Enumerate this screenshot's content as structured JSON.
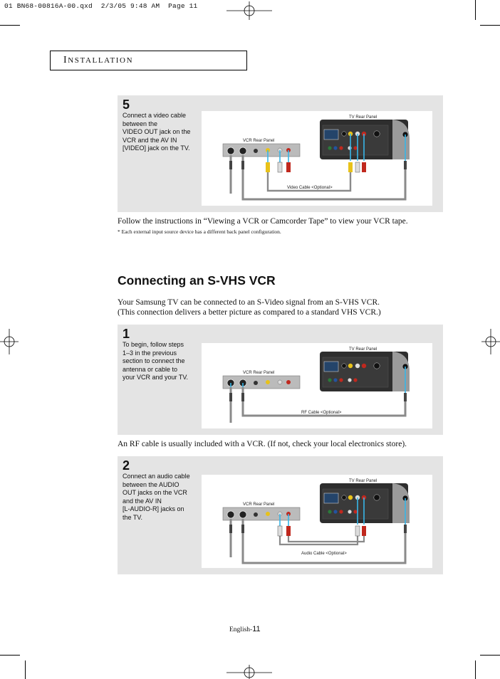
{
  "print_slug": "01 BN68-00816A-00.qxd  2/3/05 9:48 AM  Page 11",
  "section": {
    "title_initial": "I",
    "title_rest": "NSTALLATION"
  },
  "step5": {
    "number": "5",
    "text_lines": [
      "Connect a video cable",
      "between the",
      "VIDEO OUT jack on the",
      "VCR and the AV IN",
      "[VIDEO] jack on the TV."
    ],
    "tv_label": "TV Rear Panel",
    "vcr_label": "VCR Rear Panel",
    "cable_label": "Video Cable <Optional>"
  },
  "follow_text": "Follow the instructions in “Viewing a VCR or Camcorder Tape” to view your VCR tape.",
  "note_text": "* Each external input source device has a different back panel configuration.",
  "heading": "Connecting an S-VHS VCR",
  "intro_lines": [
    "Your Samsung TV can be connected to an S-Video signal from an S-VHS VCR.",
    "(This connection delivers a better picture as compared to a standard VHS VCR.)"
  ],
  "step1": {
    "number": "1",
    "text_lines": [
      "To begin, follow steps",
      "1–3 in the previous",
      "section to connect the",
      "antenna or cable to",
      "your VCR and your TV."
    ],
    "tv_label": "TV Rear Panel",
    "vcr_label": "VCR Rear Panel",
    "cable_label": "RF Cable <Optional>"
  },
  "rf_text": "An RF cable is usually included with a VCR. (If not, check your local electronics store).",
  "step2": {
    "number": "2",
    "text_lines": [
      "Connect an audio cable",
      "between the AUDIO",
      "OUT jacks on the VCR",
      "and the AV IN",
      "[L-AUDIO-R] jacks on",
      "the TV."
    ],
    "tv_label": "TV Rear Panel",
    "vcr_label": "VCR Rear Panel",
    "cable_label": "Audio Cable <Optional>"
  },
  "footer": {
    "lang": "English-",
    "page": "11"
  },
  "colors": {
    "panel_bg": "#e4e4e4",
    "tv_panel": "#2e2e2e",
    "cable": "#8a8a8a",
    "highlight": "#37b6e8",
    "video_jack": "#e8c21a",
    "audio_red": "#c0281e",
    "audio_white": "#dddddd"
  }
}
